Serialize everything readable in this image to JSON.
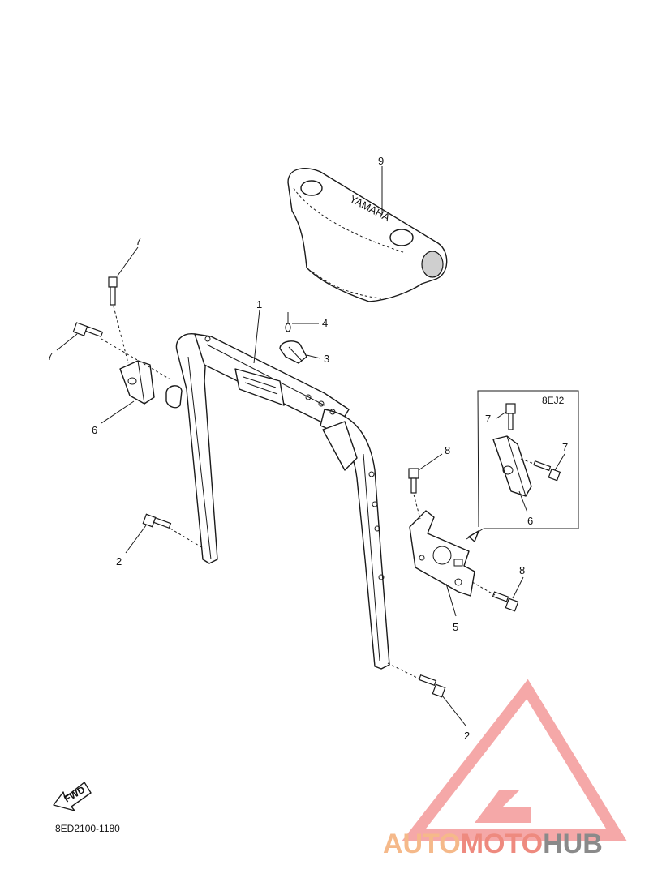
{
  "diagram": {
    "drawing_code": "8ED2100-1180",
    "fwd_label": "FWD",
    "inset_label": "8EJ2",
    "callouts": {
      "c1": "1",
      "c2a": "2",
      "c2b": "2",
      "c3": "3",
      "c4": "4",
      "c5": "5",
      "c6a": "6",
      "c6b": "6",
      "c7a": "7",
      "c7b": "7",
      "c7c": "7",
      "c7d": "7",
      "c8a": "8",
      "c8b": "8",
      "c9": "9"
    },
    "pad_text": "YAMAHA"
  },
  "watermark": {
    "part1": "AUTO",
    "part2": "MOTO",
    "part3": "HUB",
    "color_auto": "#f5b98a",
    "color_moto": "#ee8a7f",
    "color_hub": "#8a8a8a",
    "logo_color": "#f28b8b"
  }
}
